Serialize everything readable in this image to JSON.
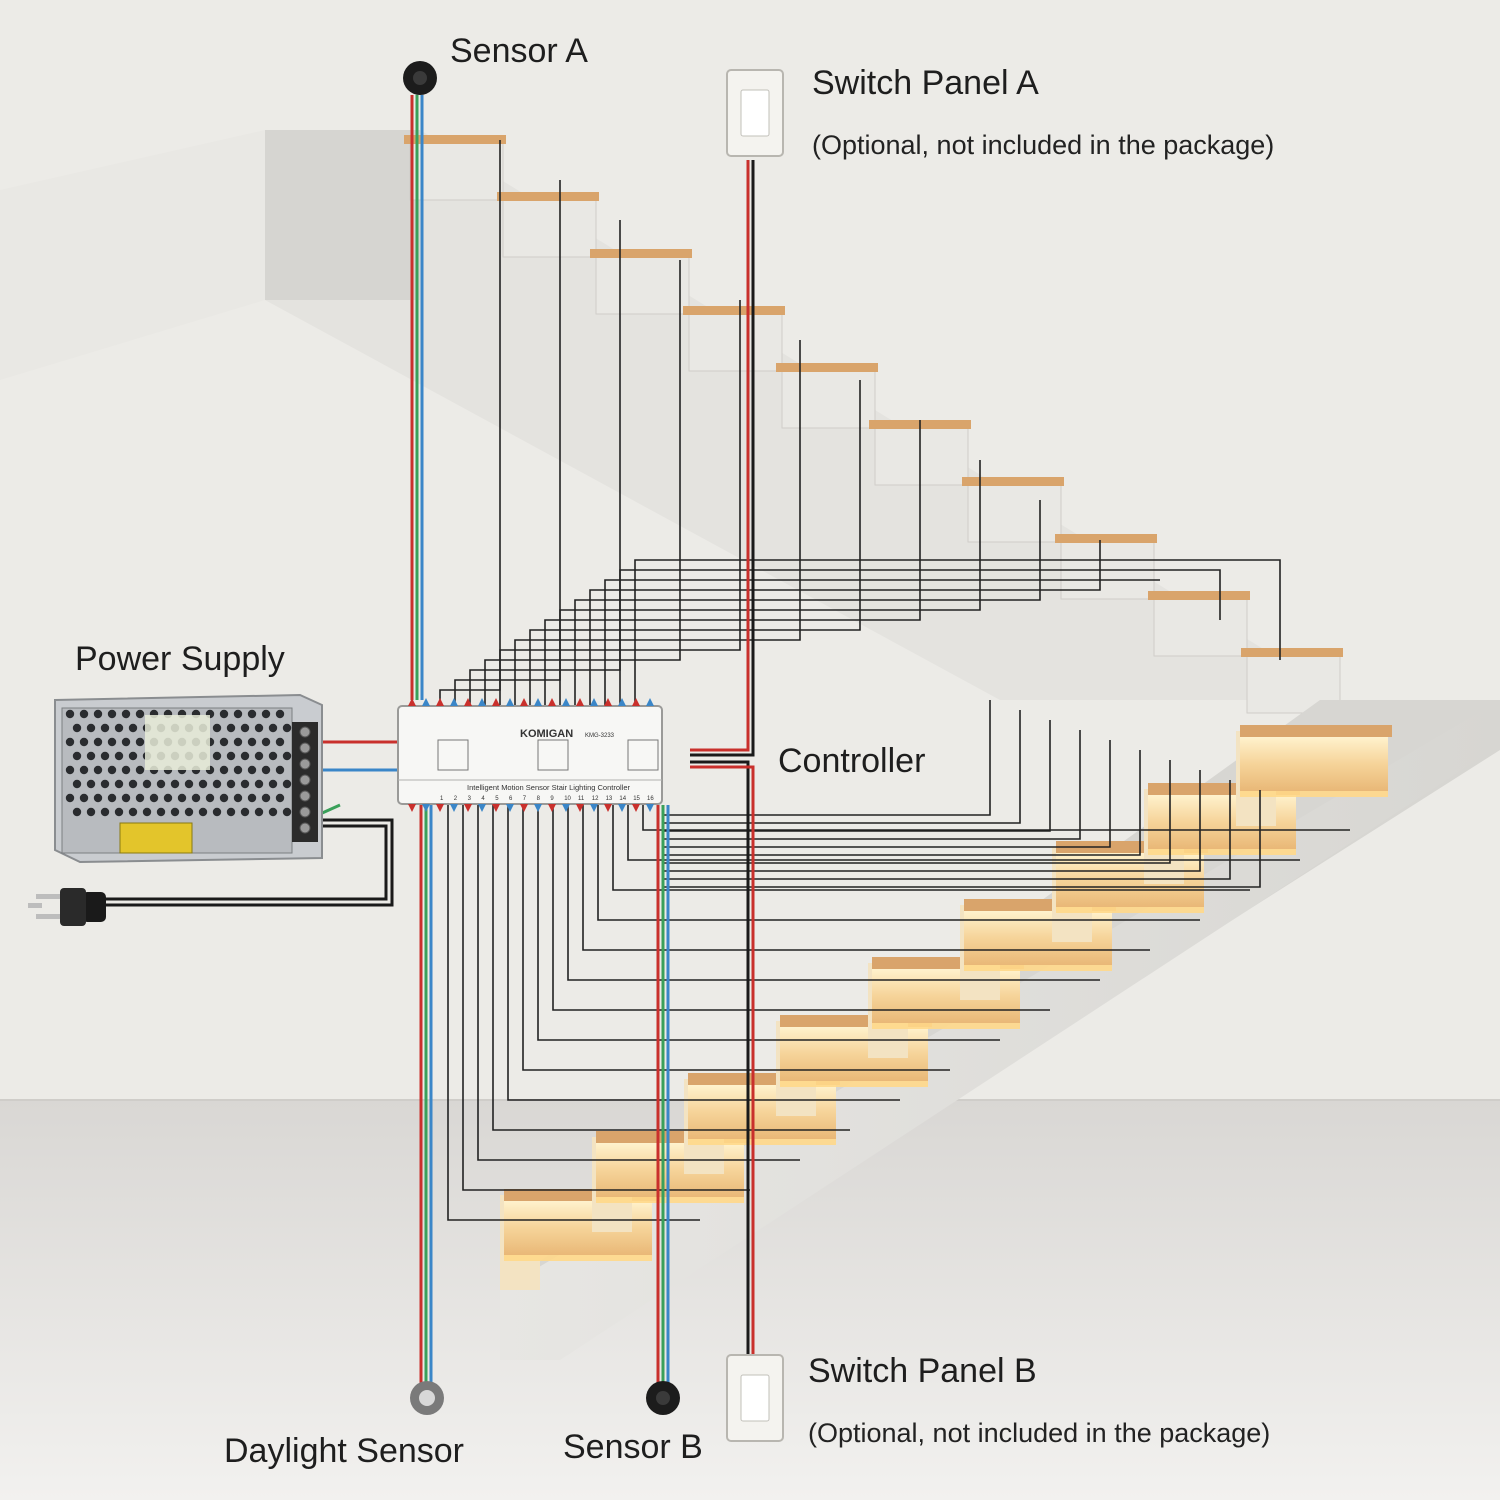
{
  "labels": {
    "sensor_a": "Sensor A",
    "switch_panel_a": "Switch Panel A",
    "switch_panel_a_note": "(Optional, not included in the package)",
    "power_supply": "Power Supply",
    "controller": "Controller",
    "daylight_sensor": "Daylight Sensor",
    "sensor_b": "Sensor B",
    "switch_panel_b": "Switch Panel B",
    "switch_panel_b_note": "(Optional, not included in the package)"
  },
  "controller": {
    "brand": "KOMIGAN",
    "model": "KMG-3233",
    "caption": "Intelligent Motion Sensor Stair Lighting Controller",
    "step_numbers": [
      "1",
      "2",
      "3",
      "4",
      "5",
      "6",
      "7",
      "8",
      "9",
      "10",
      "11",
      "12",
      "13",
      "14",
      "15",
      "16"
    ]
  },
  "colors": {
    "wire_red": "#c9302c",
    "wire_blue": "#3a86c8",
    "wire_green": "#3aa05a",
    "wire_black": "#1a1a1a",
    "led_glow": "#ffd88a",
    "tread_wood": "#d9a46b"
  }
}
